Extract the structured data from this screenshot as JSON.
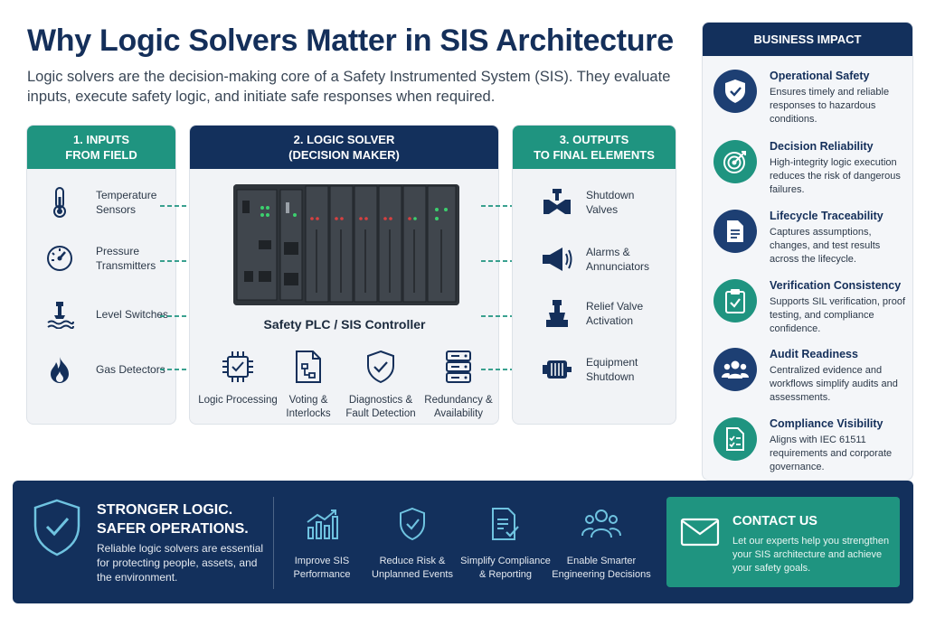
{
  "header": {
    "title": "Why Logic Solvers Matter in SIS Architecture",
    "subtitle": "Logic solvers are the decision-making core of a Safety Instrumented System (SIS). They evaluate inputs, execute safety logic, and initiate safe responses when required."
  },
  "inputs": {
    "heading_line1": "1. INPUTS",
    "heading_line2": "FROM FIELD",
    "items": [
      {
        "label": "Temperature Sensors",
        "icon": "thermometer-icon"
      },
      {
        "label": "Pressure Transmitters",
        "icon": "gauge-icon"
      },
      {
        "label": "Level Switches",
        "icon": "level-icon"
      },
      {
        "label": "Gas Detectors",
        "icon": "flame-icon"
      }
    ]
  },
  "solver": {
    "heading_line1": "2. LOGIC SOLVER",
    "heading_line2": "(DECISION MAKER)",
    "device_label": "Safety PLC / SIS Controller",
    "features": [
      {
        "label": "Logic Processing",
        "icon": "chip-icon"
      },
      {
        "label": "Voting & Interlocks",
        "icon": "document-flow-icon"
      },
      {
        "label": "Diagnostics & Fault Detection",
        "icon": "shield-check-icon"
      },
      {
        "label": "Redundancy & Availability",
        "icon": "server-icon"
      }
    ]
  },
  "outputs": {
    "heading_line1": "3. OUTPUTS",
    "heading_line2": "TO FINAL ELEMENTS",
    "items": [
      {
        "label": "Shutdown Valves",
        "icon": "valve-icon"
      },
      {
        "label": "Alarms & Annunciators",
        "icon": "megaphone-icon"
      },
      {
        "label": "Relief Valve Activation",
        "icon": "relief-valve-icon"
      },
      {
        "label": "Equipment Shutdown",
        "icon": "motor-icon"
      }
    ]
  },
  "business_impact": {
    "heading": "BUSINESS IMPACT",
    "items": [
      {
        "title": "Operational Safety",
        "desc": "Ensures timely and reliable responses to hazardous conditions.",
        "icon": "shield-check-icon",
        "color": "#1d3f73"
      },
      {
        "title": "Decision Reliability",
        "desc": "High-integrity logic execution reduces the risk of dangerous failures.",
        "icon": "target-icon",
        "color": "#1f9480"
      },
      {
        "title": "Lifecycle Traceability",
        "desc": "Captures assumptions, changes, and test results across the lifecycle.",
        "icon": "document-icon",
        "color": "#1d3f73"
      },
      {
        "title": "Verification Consistency",
        "desc": "Supports SIL verification, proof testing, and compliance confidence.",
        "icon": "clipboard-check-icon",
        "color": "#1f9480"
      },
      {
        "title": "Audit Readiness",
        "desc": "Centralized evidence and workflows simplify audits and assessments.",
        "icon": "people-icon",
        "color": "#1d3f73"
      },
      {
        "title": "Compliance Visibility",
        "desc": "Aligns with IEC 61511 requirements and corporate governance.",
        "icon": "checklist-icon",
        "color": "#1f9480"
      }
    ]
  },
  "banner": {
    "headline_line1": "STRONGER LOGIC.",
    "headline_line2": "SAFER OPERATIONS.",
    "desc": "Reliable logic solvers are essential for protecting people, assets, and the environment.",
    "features": [
      {
        "label": "Improve SIS Performance",
        "icon": "bar-chart-icon"
      },
      {
        "label": "Reduce Risk & Unplanned Events",
        "icon": "shield-check-icon"
      },
      {
        "label": "Simplify Compliance & Reporting",
        "icon": "document-check-icon"
      },
      {
        "label": "Enable Smarter Engineering Decisions",
        "icon": "people-icon"
      }
    ]
  },
  "contact": {
    "title": "CONTACT US",
    "desc": "Let our experts help you strengthen your SIS architecture and achieve your safety goals.",
    "icon": "mail-icon"
  },
  "colors": {
    "navy": "#13305c",
    "teal": "#1f9480"
  }
}
